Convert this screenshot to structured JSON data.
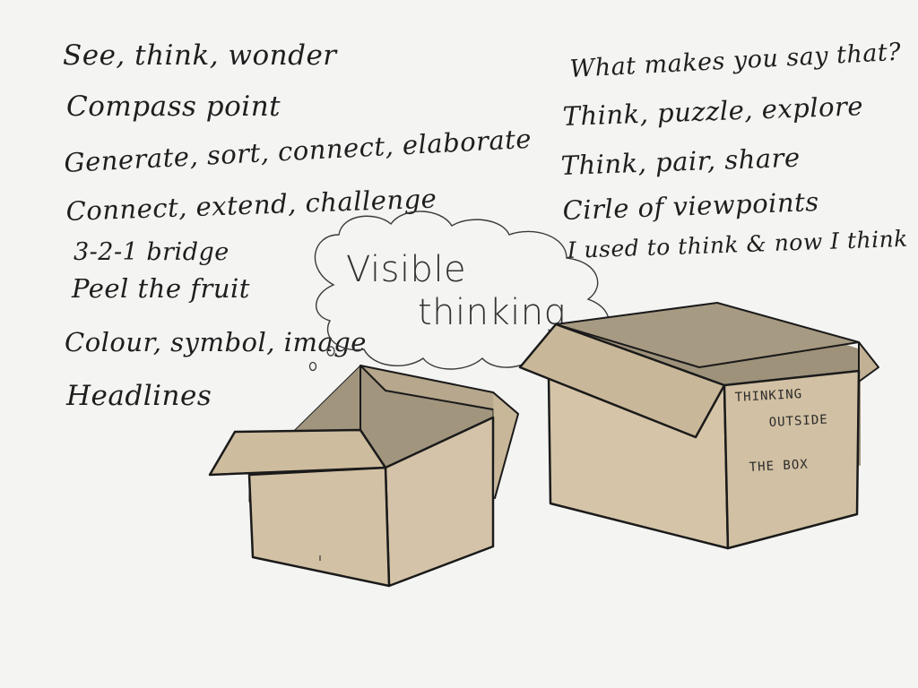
{
  "left_list": [
    "See, think, wonder",
    "Compass point",
    "Generate, sort, connect, elaborate",
    "Connect, extend, challenge",
    "3-2-1 bridge",
    "Peel the fruit",
    "Colour, symbol, image",
    "Headlines"
  ],
  "right_list": [
    "What makes you say that?",
    "Think, puzzle, explore",
    "Think, pair, share",
    "Cirle of viewpoints",
    "I used to think & now I think"
  ],
  "thought_bubble": {
    "line1": "Visible",
    "line2": "thinking"
  },
  "box_label": {
    "line1": "THINKING",
    "line2": "OUTSIDE",
    "line3": "THE BOX"
  },
  "colors": {
    "background": "#f4f4f3",
    "ink": "#1e1e1e",
    "box_side": "#d4c3ab",
    "box_front": "#cfbe9f",
    "box_inside": "#a2967f",
    "box_flap": "#c5b396"
  }
}
